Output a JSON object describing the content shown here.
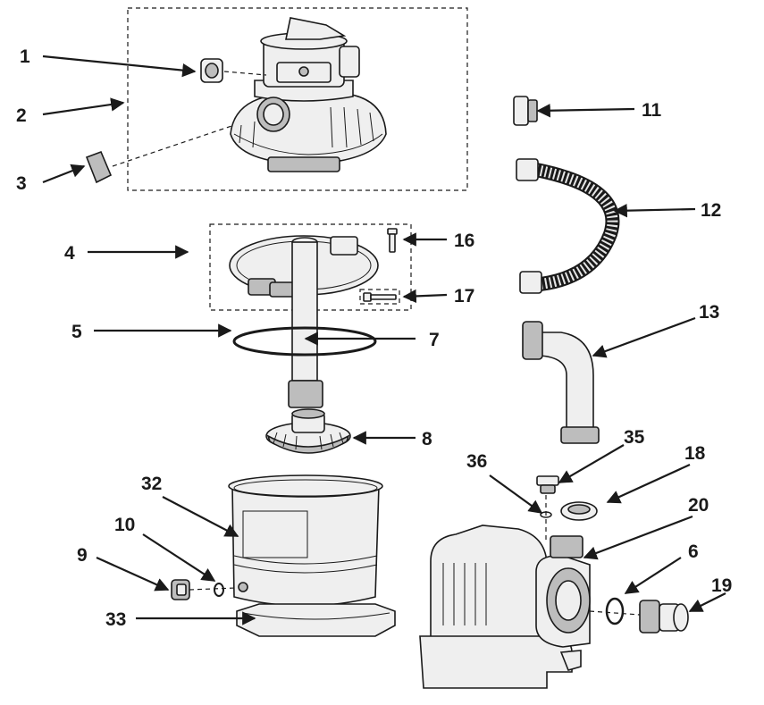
{
  "diagram": {
    "callouts": [
      {
        "id": "1",
        "text": "1"
      },
      {
        "id": "2",
        "text": "2"
      },
      {
        "id": "3",
        "text": "3"
      },
      {
        "id": "4",
        "text": "4"
      },
      {
        "id": "5",
        "text": "5"
      },
      {
        "id": "6",
        "text": "6"
      },
      {
        "id": "7",
        "text": "7"
      },
      {
        "id": "8",
        "text": "8"
      },
      {
        "id": "9",
        "text": "9"
      },
      {
        "id": "10",
        "text": "10"
      },
      {
        "id": "11",
        "text": "11"
      },
      {
        "id": "12",
        "text": "12"
      },
      {
        "id": "13",
        "text": "13"
      },
      {
        "id": "16",
        "text": "16"
      },
      {
        "id": "17",
        "text": "17"
      },
      {
        "id": "18",
        "text": "18"
      },
      {
        "id": "19",
        "text": "19"
      },
      {
        "id": "20",
        "text": "20"
      },
      {
        "id": "32",
        "text": "32"
      },
      {
        "id": "33",
        "text": "33"
      },
      {
        "id": "35",
        "text": "35"
      },
      {
        "id": "36",
        "text": "36"
      }
    ]
  }
}
